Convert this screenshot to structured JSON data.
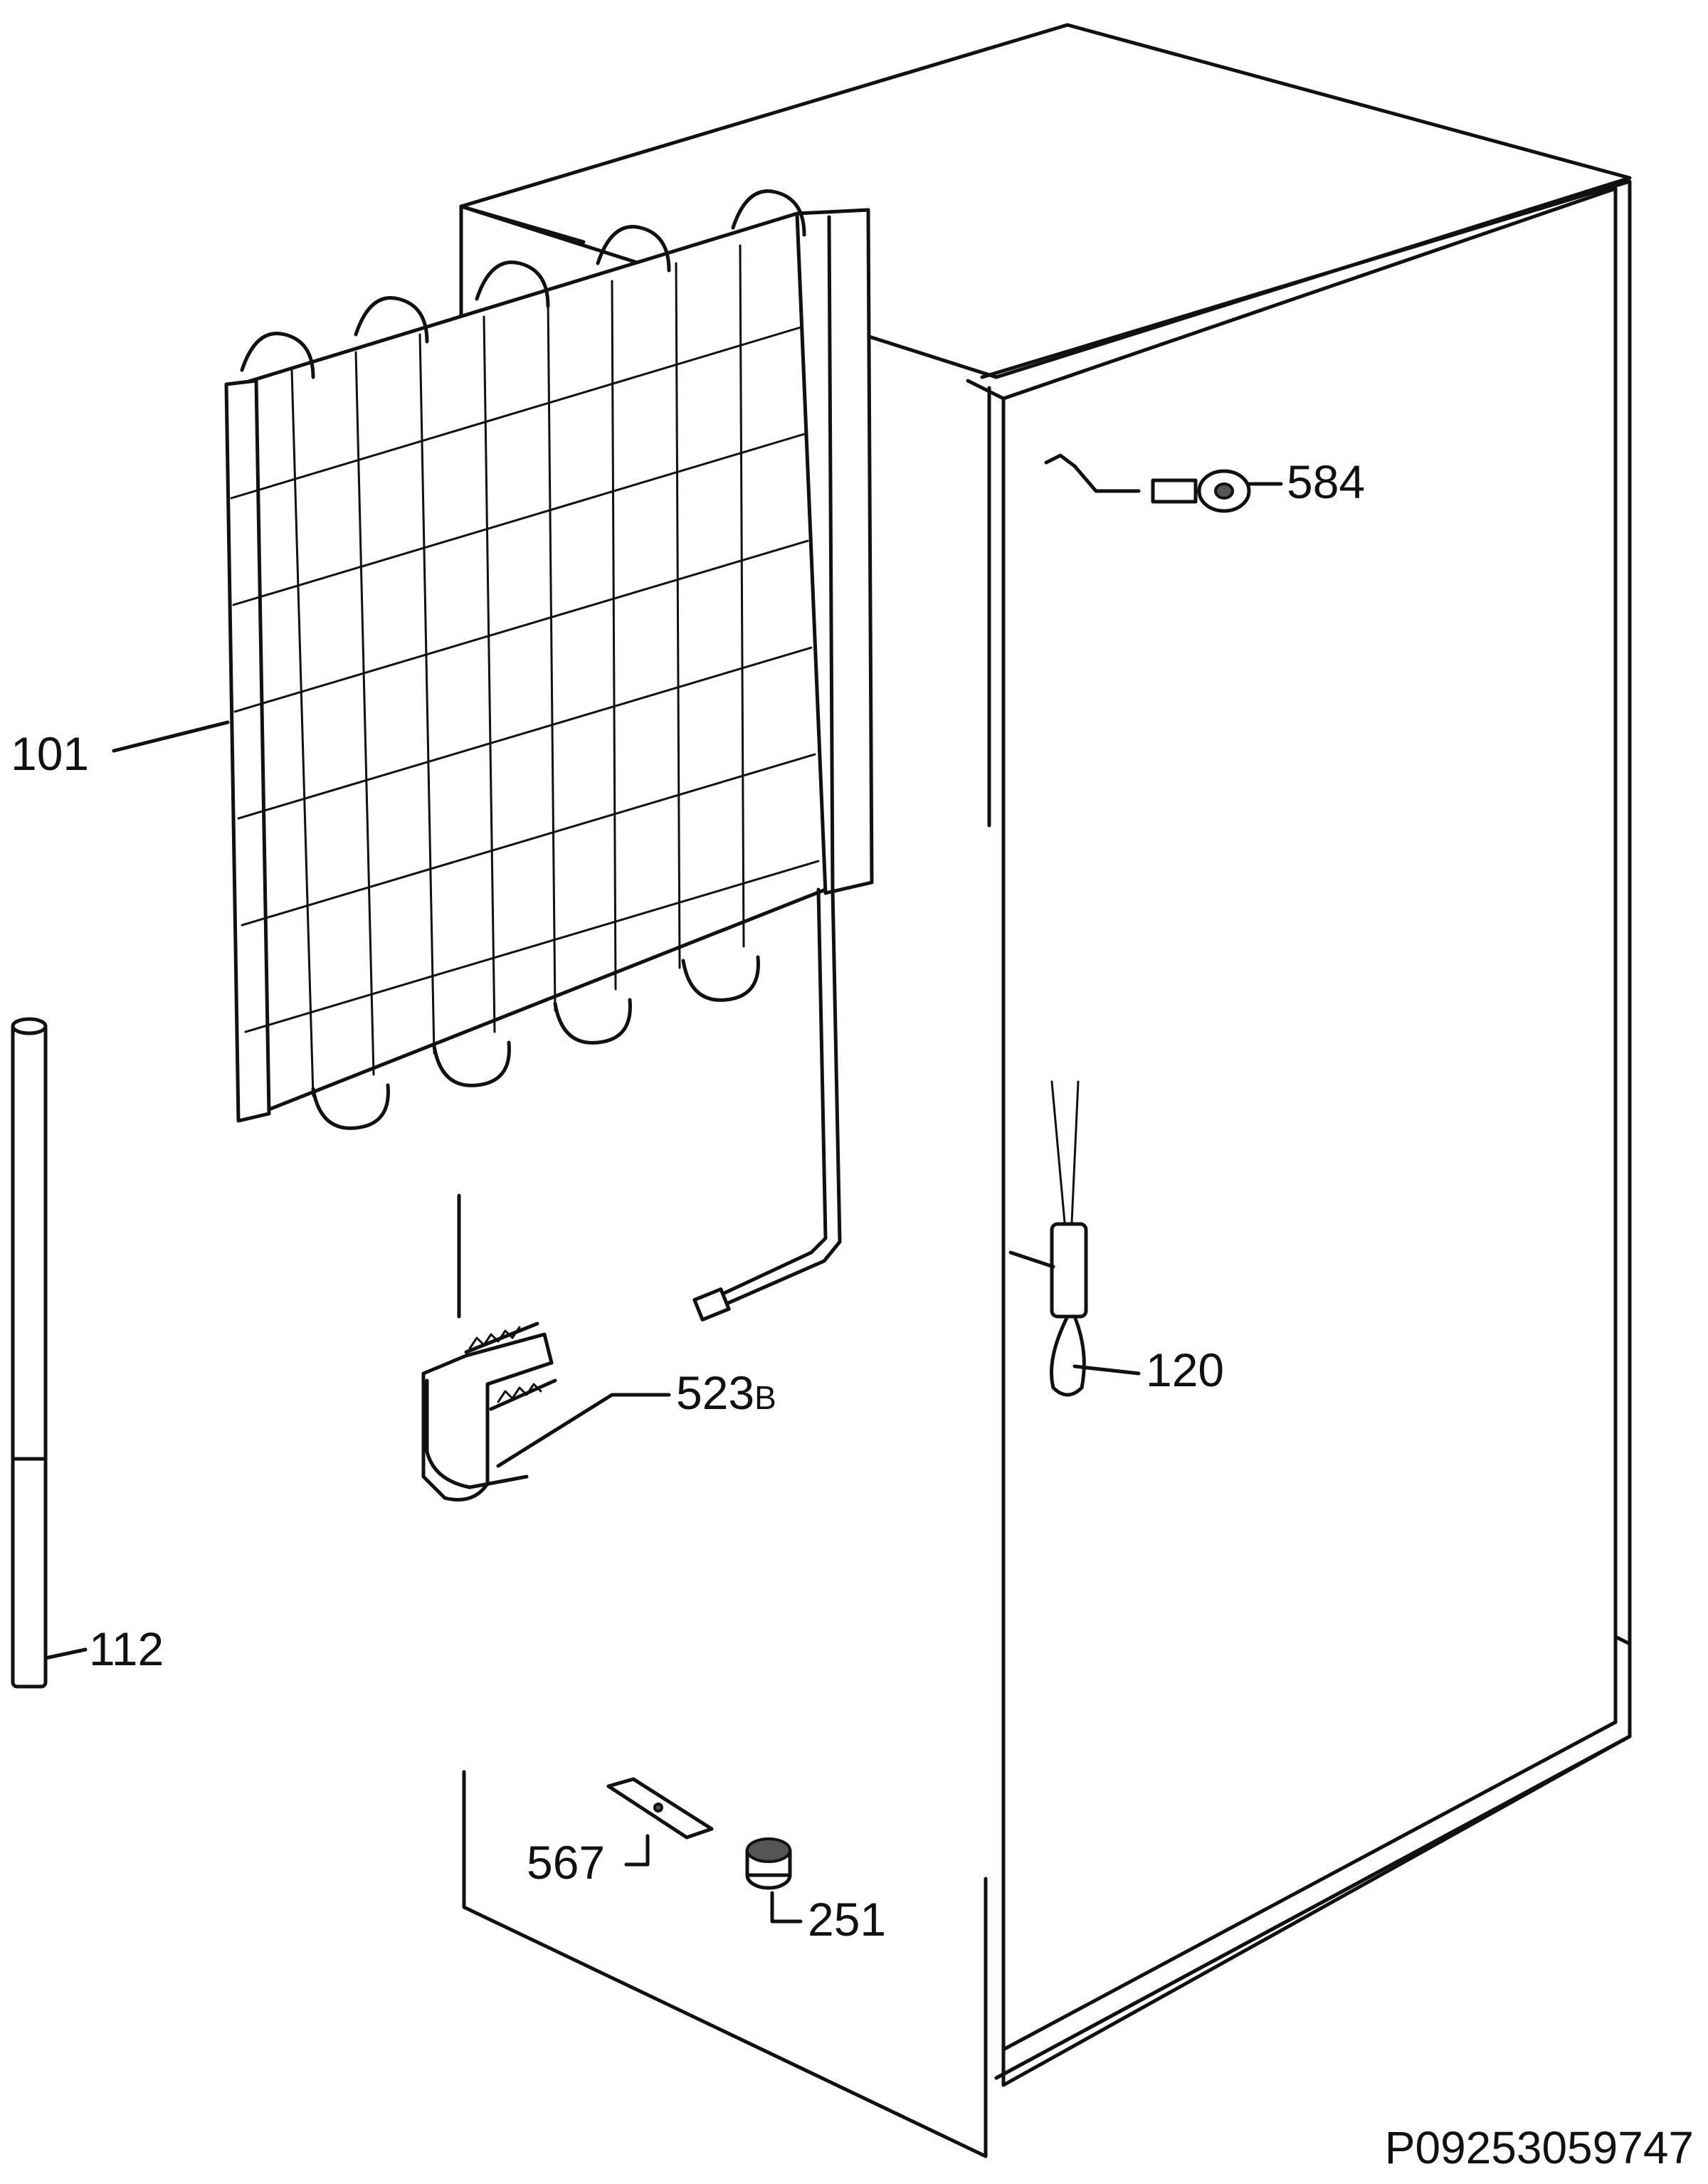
{
  "diagram": {
    "callouts": [
      {
        "id": "101",
        "text": "101"
      },
      {
        "id": "112",
        "text": "112"
      },
      {
        "id": "120",
        "text": "120"
      },
      {
        "id": "251",
        "text": "251"
      },
      {
        "id": "523",
        "text": "523",
        "suffix": "B"
      },
      {
        "id": "567",
        "text": "567"
      },
      {
        "id": "584",
        "text": "584"
      }
    ],
    "drawing_code": "P09253059747"
  }
}
